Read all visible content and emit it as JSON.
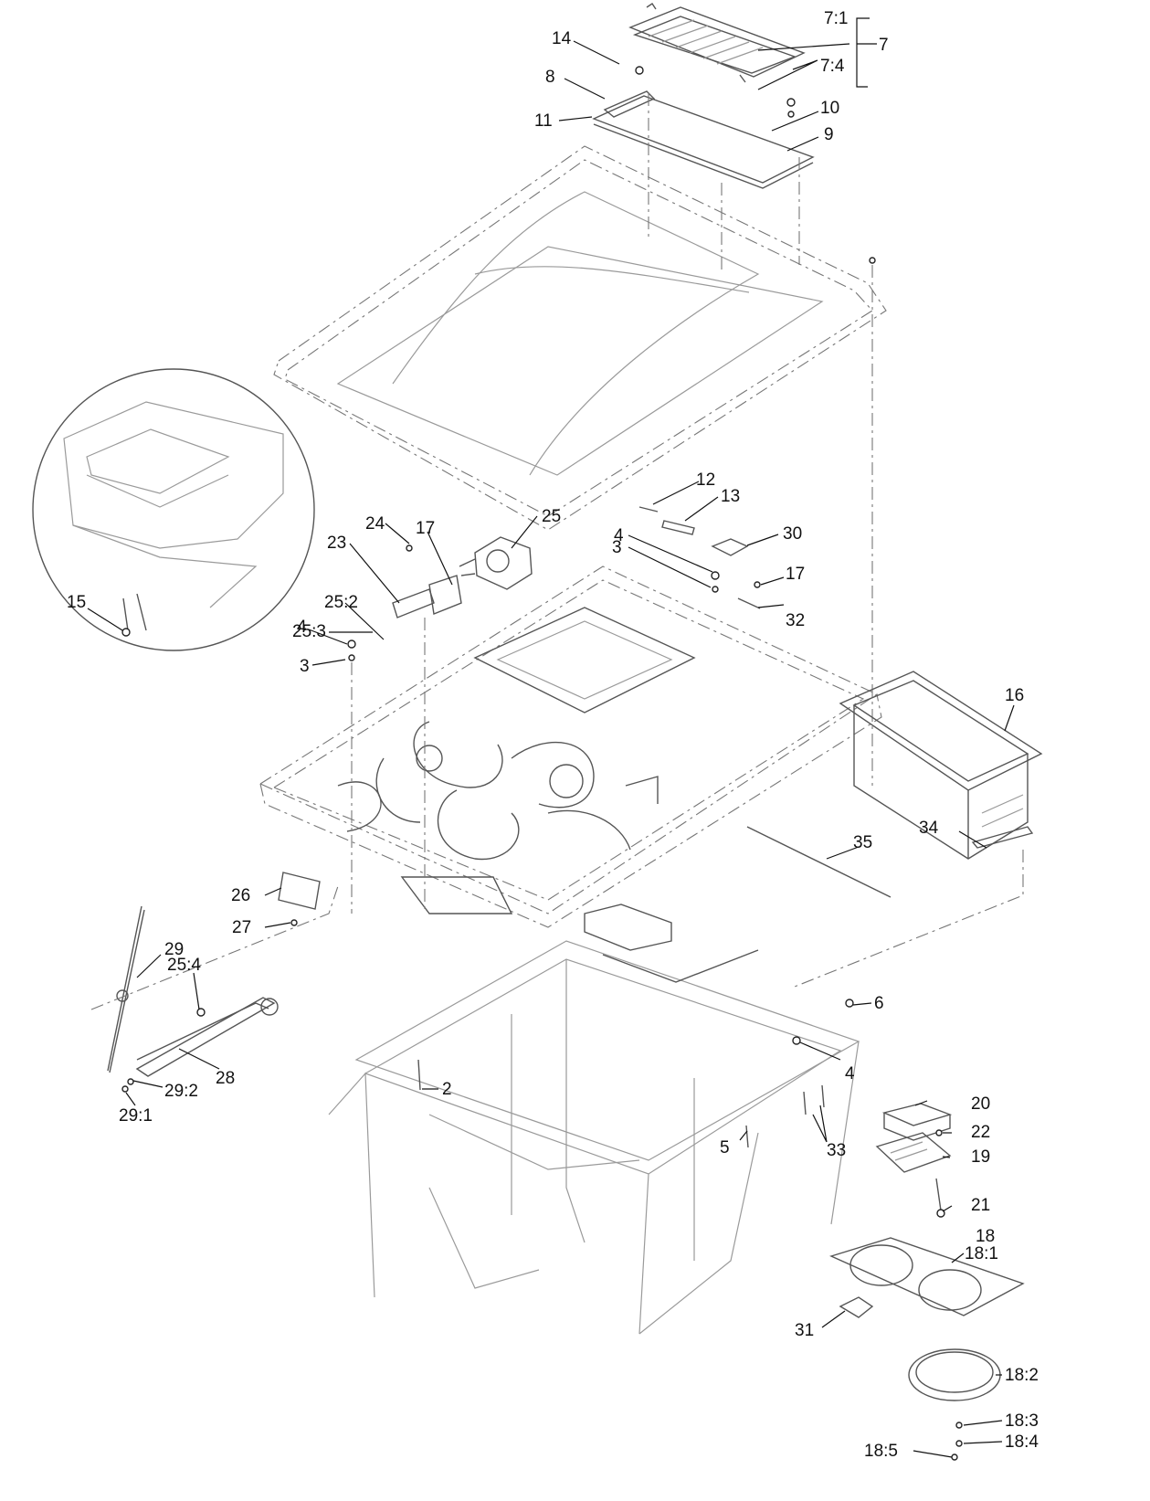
{
  "callouts": [
    {
      "id": "c7_1",
      "text": "7:1"
    },
    {
      "id": "c7",
      "text": "7"
    },
    {
      "id": "c7_4",
      "text": "7:4"
    },
    {
      "id": "c14",
      "text": "14"
    },
    {
      "id": "c8",
      "text": "8"
    },
    {
      "id": "c10",
      "text": "10"
    },
    {
      "id": "c11",
      "text": "11"
    },
    {
      "id": "c9",
      "text": "9"
    },
    {
      "id": "c12",
      "text": "12"
    },
    {
      "id": "c13",
      "text": "13"
    },
    {
      "id": "c17a",
      "text": "17"
    },
    {
      "id": "c24",
      "text": "24"
    },
    {
      "id": "c25",
      "text": "25"
    },
    {
      "id": "c23",
      "text": "23"
    },
    {
      "id": "c25_2",
      "text": "25:2"
    },
    {
      "id": "c25_3",
      "text": "25:3"
    },
    {
      "id": "c4a",
      "text": "4"
    },
    {
      "id": "c3a",
      "text": "3"
    },
    {
      "id": "c4b",
      "text": "4"
    },
    {
      "id": "c3b",
      "text": "3"
    },
    {
      "id": "c30",
      "text": "30"
    },
    {
      "id": "c17b",
      "text": "17"
    },
    {
      "id": "c32",
      "text": "32"
    },
    {
      "id": "c15",
      "text": "15"
    },
    {
      "id": "c16",
      "text": "16"
    },
    {
      "id": "c34",
      "text": "34"
    },
    {
      "id": "c35",
      "text": "35"
    },
    {
      "id": "c26",
      "text": "26"
    },
    {
      "id": "c27",
      "text": "27"
    },
    {
      "id": "c29",
      "text": "29"
    },
    {
      "id": "c25_4",
      "text": "25:4"
    },
    {
      "id": "c28",
      "text": "28"
    },
    {
      "id": "c29_2",
      "text": "29:2"
    },
    {
      "id": "c29_1",
      "text": "29:1"
    },
    {
      "id": "c2",
      "text": "2"
    },
    {
      "id": "c6",
      "text": "6"
    },
    {
      "id": "c4c",
      "text": "4"
    },
    {
      "id": "c20",
      "text": "20"
    },
    {
      "id": "c22",
      "text": "22"
    },
    {
      "id": "c33",
      "text": "33"
    },
    {
      "id": "c19",
      "text": "19"
    },
    {
      "id": "c5",
      "text": "5"
    },
    {
      "id": "c21",
      "text": "21"
    },
    {
      "id": "c18",
      "text": "18"
    },
    {
      "id": "c18_1",
      "text": "18:1"
    },
    {
      "id": "c31",
      "text": "31"
    },
    {
      "id": "c18_2",
      "text": "18:2"
    },
    {
      "id": "c18_3",
      "text": "18:3"
    },
    {
      "id": "c18_5",
      "text": "18:5"
    },
    {
      "id": "c18_4",
      "text": "18:4"
    }
  ]
}
